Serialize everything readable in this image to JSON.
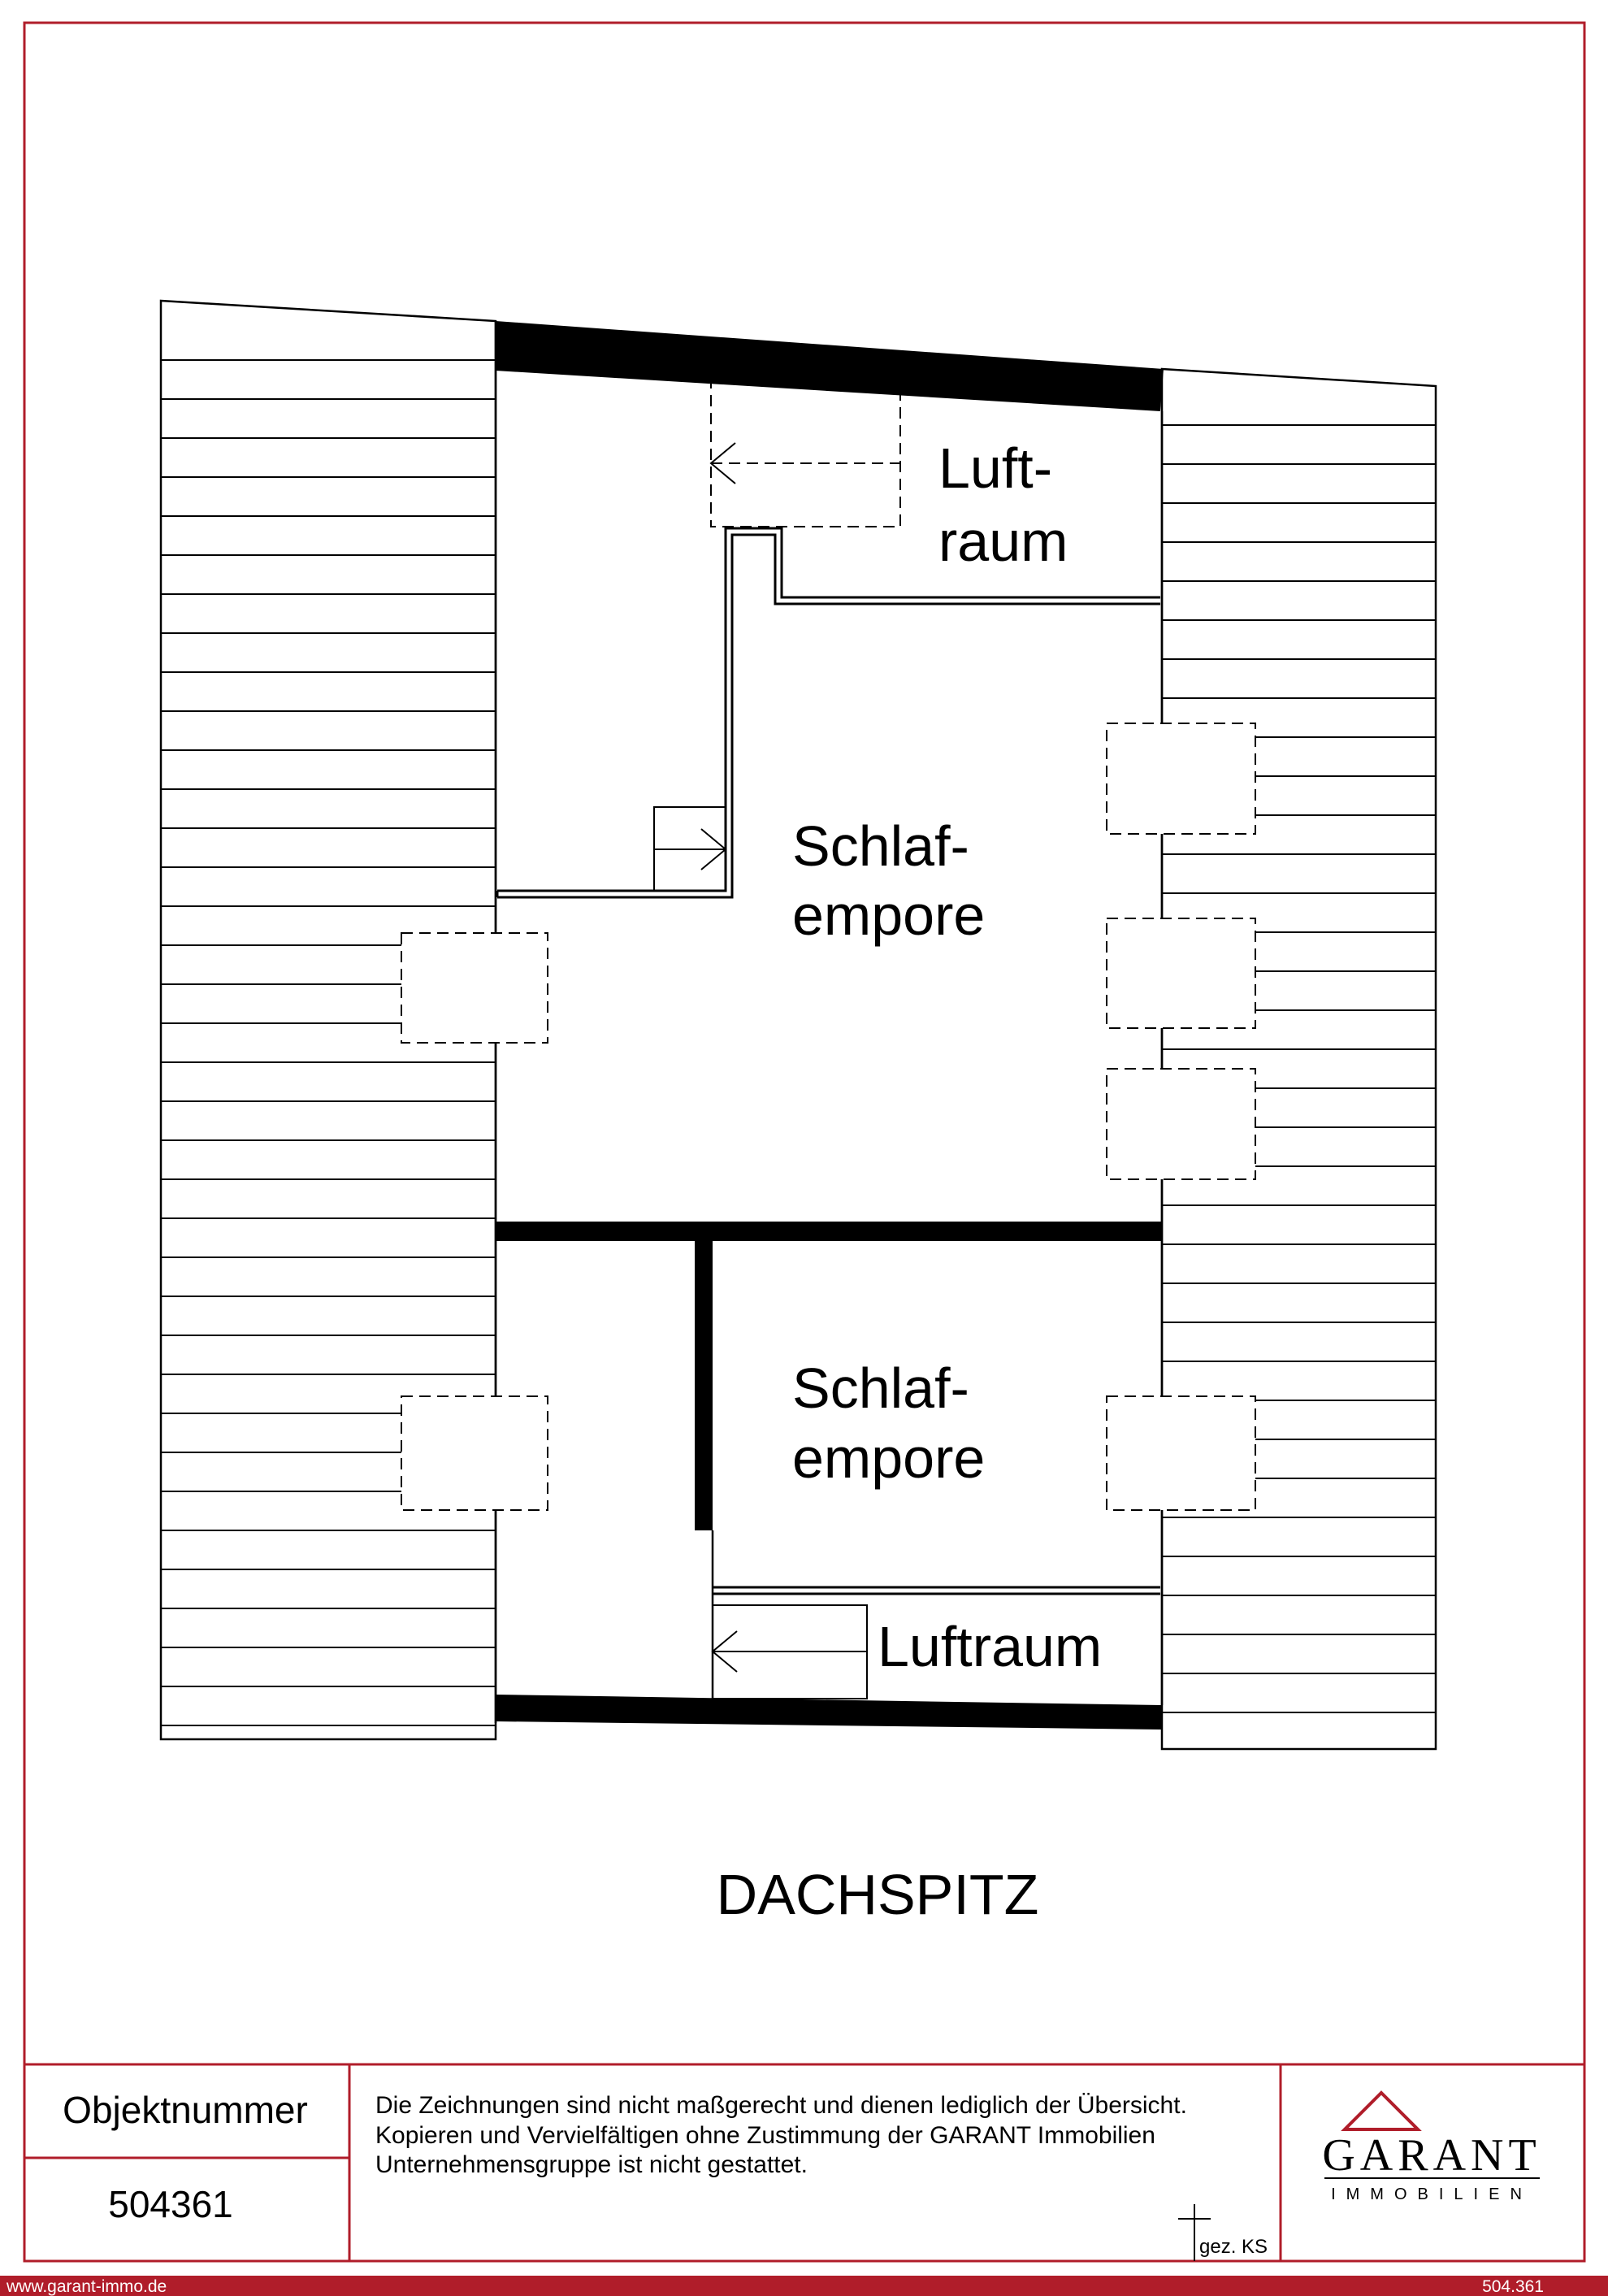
{
  "plan": {
    "title": "DACHSPITZ",
    "rooms": {
      "luftraum_top_line1": "Luft-",
      "luftraum_top_line2": "raum",
      "schlafempore_upper_line1": "Schlaf-",
      "schlafempore_upper_line2": "empore",
      "schlafempore_lower_line1": "Schlaf-",
      "schlafempore_lower_line2": "empore",
      "luftraum_bottom": "Luftraum"
    }
  },
  "title_block": {
    "object_label": "Objektnummer",
    "object_number": "504361",
    "disclaimer_line1": "Die Zeichnungen sind nicht maßgerecht und dienen lediglich der Übersicht.",
    "disclaimer_line2": "Kopieren und Vervielfältigen ohne Zustimmung der GARANT Immobilien",
    "disclaimer_line3": "Unternehmensgruppe ist nicht gestattet.",
    "drawn_by": "gez. KS",
    "logo_main": "GARANT",
    "logo_sub": "IMMOBILIEN"
  },
  "footer": {
    "website": "www.garant-immo.de",
    "reference": "504.361",
    "bar_color": "#b01d2a"
  },
  "colors": {
    "border": "#b01d2a",
    "lines": "#000000"
  }
}
